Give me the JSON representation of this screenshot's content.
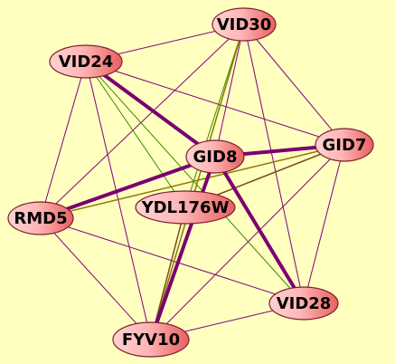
{
  "graph": {
    "background": "#ffffc0",
    "colors": {
      "node_fill_light": "#ffd2d2",
      "node_fill_dark": "#e86060",
      "node_stroke": "#7a2030",
      "edge_thin": "#800080",
      "edge_thick": "#7a0070",
      "edge_green": "#3a8a00",
      "edge_olive": "#8a7a00",
      "edge_brown": "#7a4a20"
    },
    "nodes": [
      {
        "id": "VID30",
        "label": "VID30"
      },
      {
        "id": "VID24",
        "label": "VID24"
      },
      {
        "id": "GID7",
        "label": "GID7"
      },
      {
        "id": "GID8",
        "label": "GID8"
      },
      {
        "id": "YDL176W",
        "label": "YDL176W"
      },
      {
        "id": "RMD5",
        "label": "RMD5"
      },
      {
        "id": "VID28",
        "label": "VID28"
      },
      {
        "id": "FYV10",
        "label": "FYV10"
      }
    ],
    "edges": [
      {
        "source": "VID30",
        "target": "VID24",
        "style": "thin"
      },
      {
        "source": "VID30",
        "target": "GID7",
        "style": "thin"
      },
      {
        "source": "VID30",
        "target": "GID8",
        "style": "thin"
      },
      {
        "source": "VID30",
        "target": "RMD5",
        "style": "thin"
      },
      {
        "source": "VID30",
        "target": "VID28",
        "style": "thin"
      },
      {
        "source": "VID30",
        "target": "FYV10",
        "style": "olive"
      },
      {
        "source": "VID30",
        "target": "YDL176W",
        "style": "green"
      },
      {
        "source": "VID24",
        "target": "GID8",
        "style": "thick"
      },
      {
        "source": "VID24",
        "target": "GID7",
        "style": "thin"
      },
      {
        "source": "VID24",
        "target": "RMD5",
        "style": "thin"
      },
      {
        "source": "VID24",
        "target": "FYV10",
        "style": "thin"
      },
      {
        "source": "VID24",
        "target": "VID28",
        "style": "green"
      },
      {
        "source": "VID24",
        "target": "YDL176W",
        "style": "green"
      },
      {
        "source": "GID8",
        "target": "GID7",
        "style": "thick"
      },
      {
        "source": "GID8",
        "target": "RMD5",
        "style": "thick"
      },
      {
        "source": "GID8",
        "target": "VID28",
        "style": "thick"
      },
      {
        "source": "GID8",
        "target": "FYV10",
        "style": "thick"
      },
      {
        "source": "GID7",
        "target": "RMD5",
        "style": "olive"
      },
      {
        "source": "GID7",
        "target": "YDL176W",
        "style": "brown"
      },
      {
        "source": "GID7",
        "target": "VID28",
        "style": "thin"
      },
      {
        "source": "GID7",
        "target": "FYV10",
        "style": "thin"
      },
      {
        "source": "RMD5",
        "target": "VID28",
        "style": "thin"
      },
      {
        "source": "RMD5",
        "target": "FYV10",
        "style": "thin"
      },
      {
        "source": "VID28",
        "target": "FYV10",
        "style": "thin"
      },
      {
        "source": "YDL176W",
        "target": "FYV10",
        "style": "brown"
      }
    ]
  }
}
